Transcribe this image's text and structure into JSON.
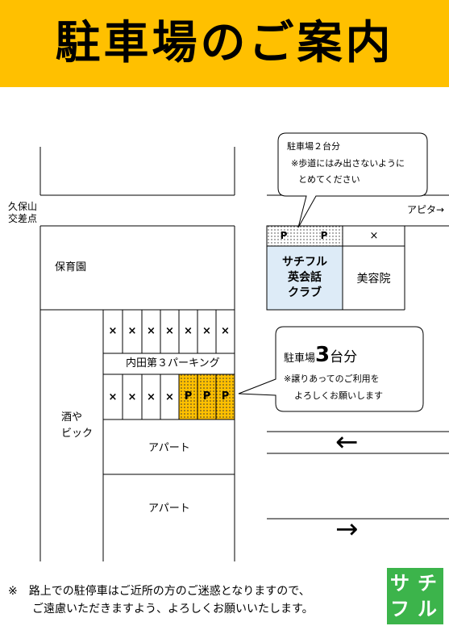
{
  "colors": {
    "header_bg": "#ffc000",
    "parking_bg": "#ffc000",
    "school_bg": "#ddebf7",
    "logo_bg": "#3cb44b",
    "line": "#000000"
  },
  "header": {
    "title": "駐車場のご案内"
  },
  "map": {
    "intersection_label_1": "久保山",
    "intersection_label_2": "交差点",
    "nursery": "保育園",
    "liquor_1": "酒や",
    "liquor_2": "ビック",
    "parking_lot_name": "内田第３パーキング",
    "apartment_upper": "アパート",
    "apartment_lower": "アパート",
    "school_1": "サチフル",
    "school_2": "英会話",
    "school_3": "クラブ",
    "beauty_salon": "美容院",
    "apita": "アピタ→",
    "cross_mark": "×",
    "p_mark": "P",
    "arrow_left": "←",
    "arrow_right": "→"
  },
  "bubble_top": {
    "line1": "駐車場２台分",
    "line2": "※歩道にはみ出さないように",
    "line3": "とめてください"
  },
  "bubble_right": {
    "prefix": "駐車場",
    "count": "3",
    "suffix": "台分",
    "line2": "※譲りあってのご利用を",
    "line3": "よろしくお願いします"
  },
  "footer": {
    "line1": "※　路上での駐停車はご近所の方のご迷惑となりますので、",
    "line2": "ご遠慮いただきますよう、よろしくお願いいたします。"
  },
  "logo": {
    "top_left": "サ",
    "top_right": "チ",
    "bottom_left": "フ",
    "bottom_right": "ル"
  }
}
